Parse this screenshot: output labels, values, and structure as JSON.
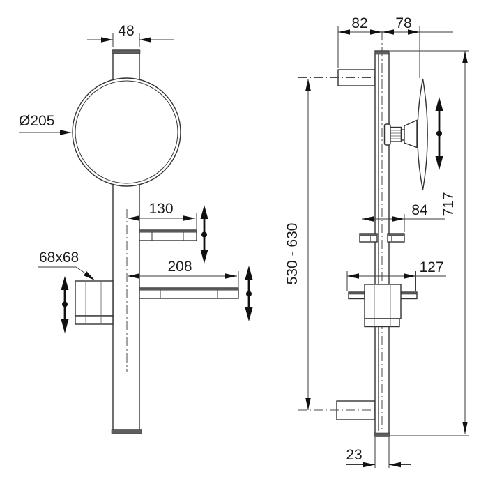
{
  "drawing": {
    "front_view": {
      "rail_width": "48",
      "head_diameter": "Ø205",
      "upper_shelf_length": "130",
      "lower_shelf_length": "208",
      "handle_size": "68x68"
    },
    "side_view": {
      "bracket_depth": "82",
      "head_offset": "78",
      "shelf_depth": "84",
      "handle_depth": "127",
      "bracket_span": "530 - 630",
      "total_height": "717",
      "rail_depth": "23"
    },
    "colors": {
      "line": "#333333",
      "dimension_line": "#3a3a3a",
      "dark_fill": "#5f5f5f",
      "arrow": "#111111",
      "background": "#ffffff"
    }
  }
}
